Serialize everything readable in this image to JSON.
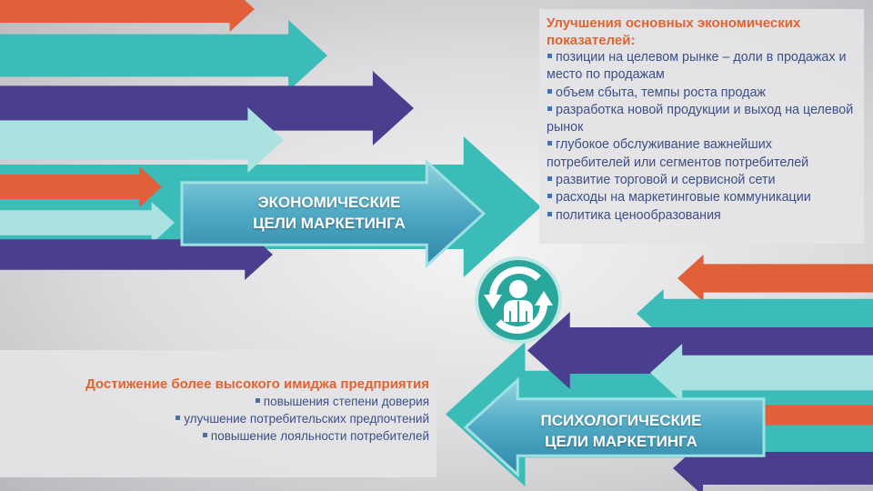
{
  "economic_goals": {
    "label_line1": "ЭКОНОМИЧЕСКИЕ",
    "label_line2": "ЦЕЛИ МАРКЕТИНГА",
    "heading": "Улучшения основных экономических показателей:",
    "items": [
      "позиции на целевом рынке – доли в продажах и место по продажам",
      "объем сбыта, темпы роста продаж",
      "разработка новой продукции и выход на целевой рынок",
      "глубокое обслуживание важнейших потребителей или сегментов потребителей",
      "развитие торговой и сервисной сети",
      "расходы на маркетинговые коммуникации",
      "политика ценообразования"
    ]
  },
  "psychological_goals": {
    "label_line1": "ПСИХОЛОГИЧЕСКИЕ",
    "label_line2": "ЦЕЛИ МАРКЕТИНГА",
    "heading": "Достижение более высокого   имиджа предприятия",
    "items": [
      "повышения степени доверия",
      "улучшение потребительских предпочтений",
      "повышение лояльности потребителей"
    ]
  },
  "colors": {
    "coral": "#e0603a",
    "teal": "#3cbcb8",
    "purple": "#4a3f8e",
    "light_teal": "#a9e2e0",
    "heading": "#e2632f",
    "text": "#3d4f86"
  }
}
